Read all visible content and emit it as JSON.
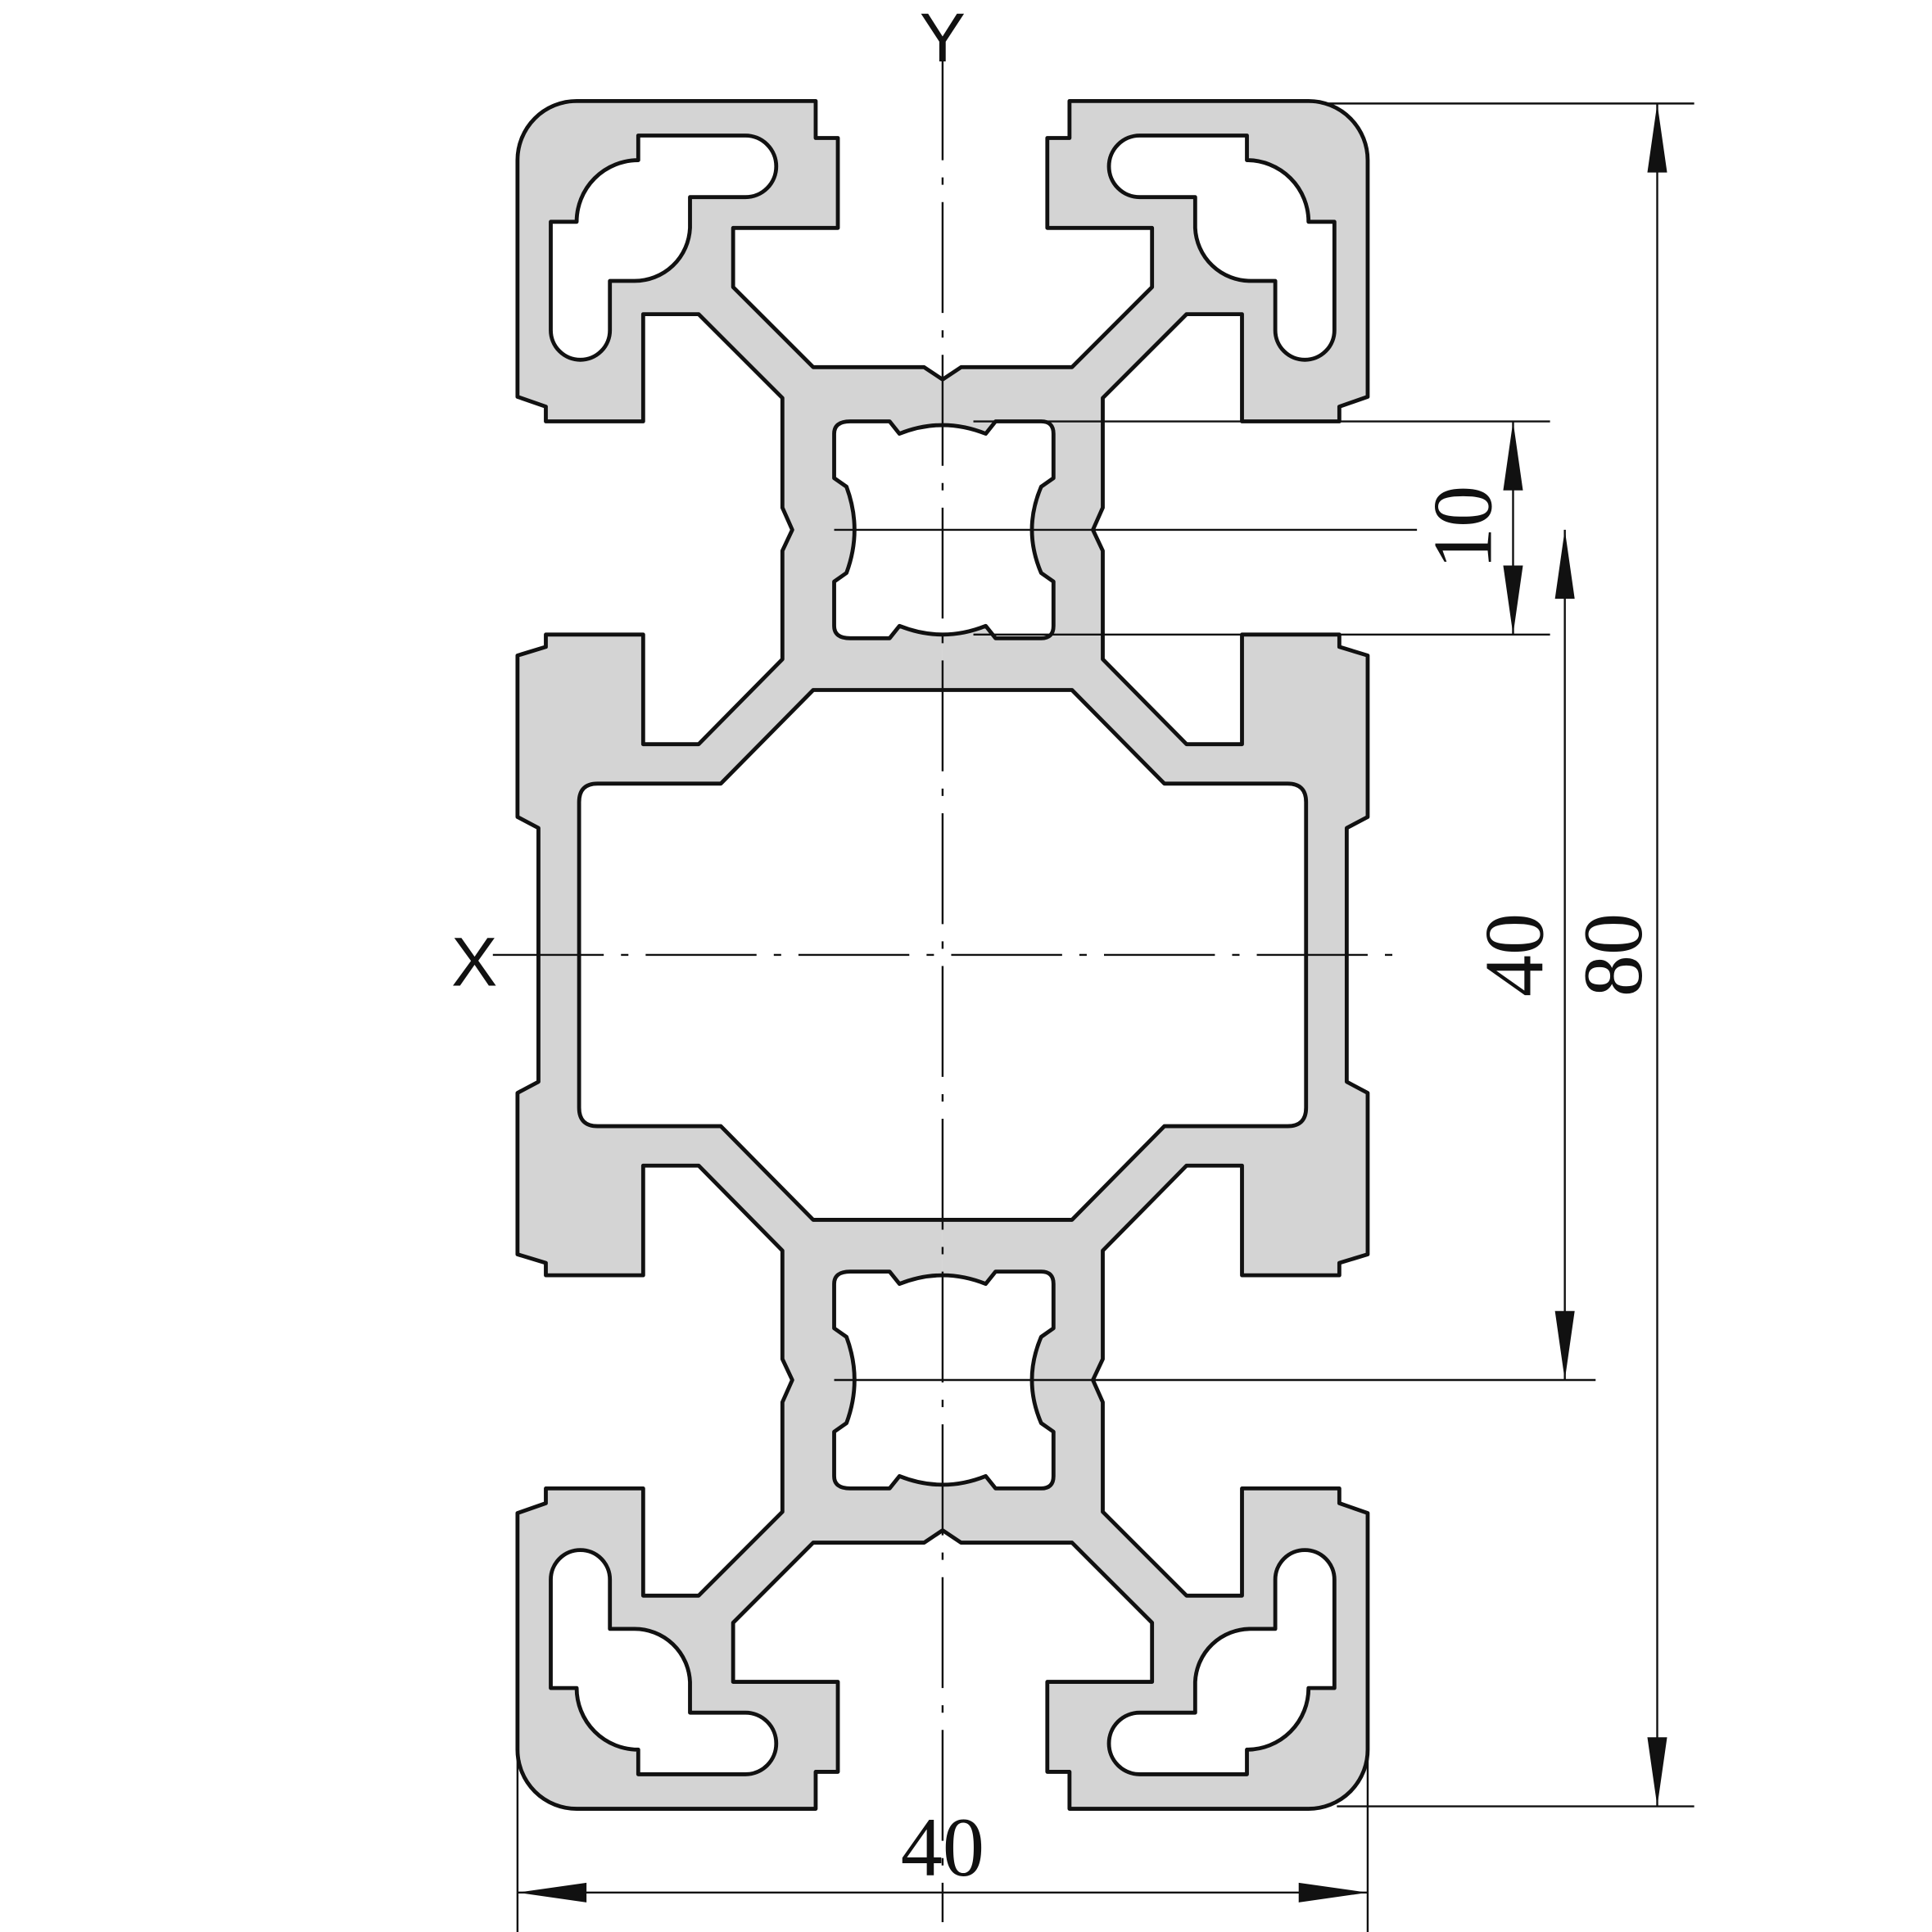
{
  "drawing": {
    "axis_labels": {
      "x": "X",
      "y": "Y"
    },
    "dimensions": {
      "overall_height": "80",
      "slot_pitch": "40",
      "slot_width": "10",
      "overall_width": "40"
    },
    "colors": {
      "profile_fill": "#d4d4d4",
      "line": "#111111"
    }
  }
}
